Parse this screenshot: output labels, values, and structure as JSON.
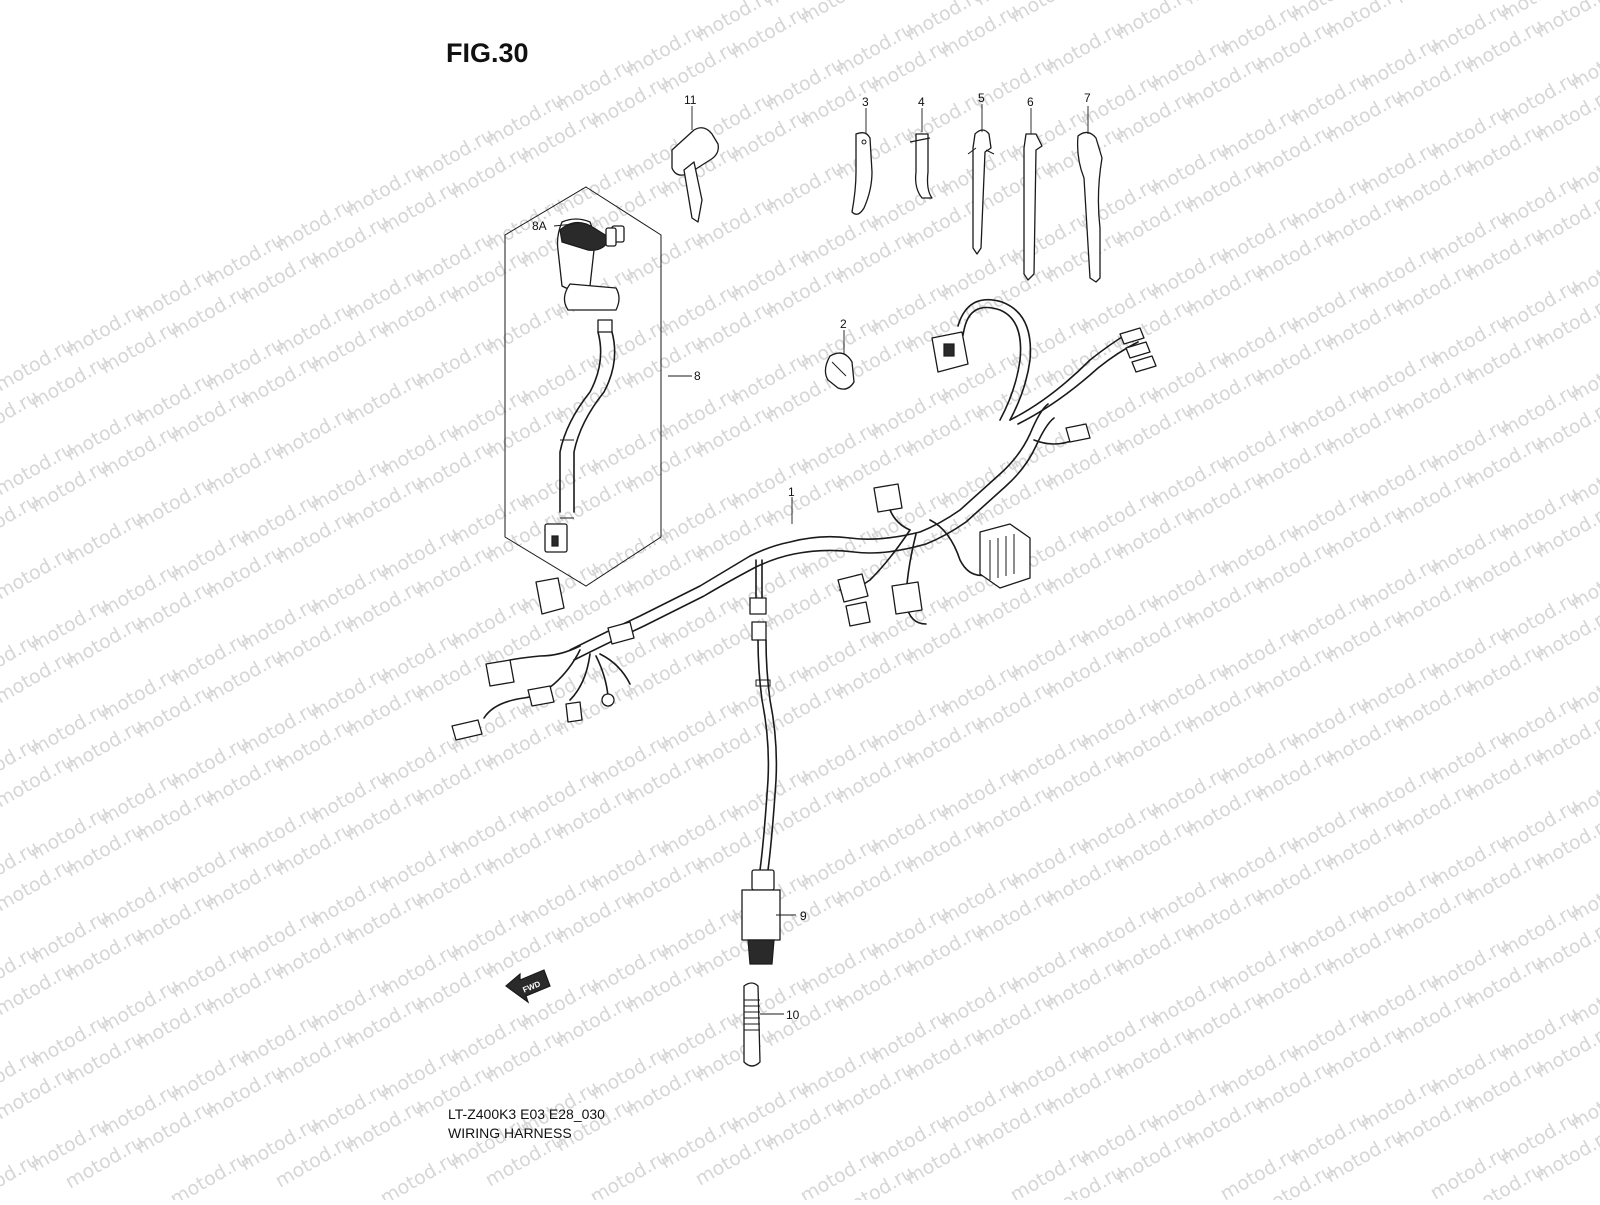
{
  "figure": {
    "title": "FIG.30",
    "code": "LT-Z400K3 E03 E28_030",
    "caption": "WIRING HARNESS"
  },
  "watermark": {
    "text": "motod.ru",
    "color": "#d6d6d6"
  },
  "direction_arrow": {
    "label": "FWD"
  },
  "callouts": [
    {
      "id": "c1",
      "label": "1"
    },
    {
      "id": "c2",
      "label": "2"
    },
    {
      "id": "c3",
      "label": "3"
    },
    {
      "id": "c4",
      "label": "4"
    },
    {
      "id": "c5",
      "label": "5"
    },
    {
      "id": "c6",
      "label": "6"
    },
    {
      "id": "c7",
      "label": "7"
    },
    {
      "id": "c8",
      "label": "8"
    },
    {
      "id": "c8A",
      "label": "8A"
    },
    {
      "id": "c9",
      "label": "9"
    },
    {
      "id": "c10",
      "label": "10"
    },
    {
      "id": "c11",
      "label": "11"
    }
  ]
}
